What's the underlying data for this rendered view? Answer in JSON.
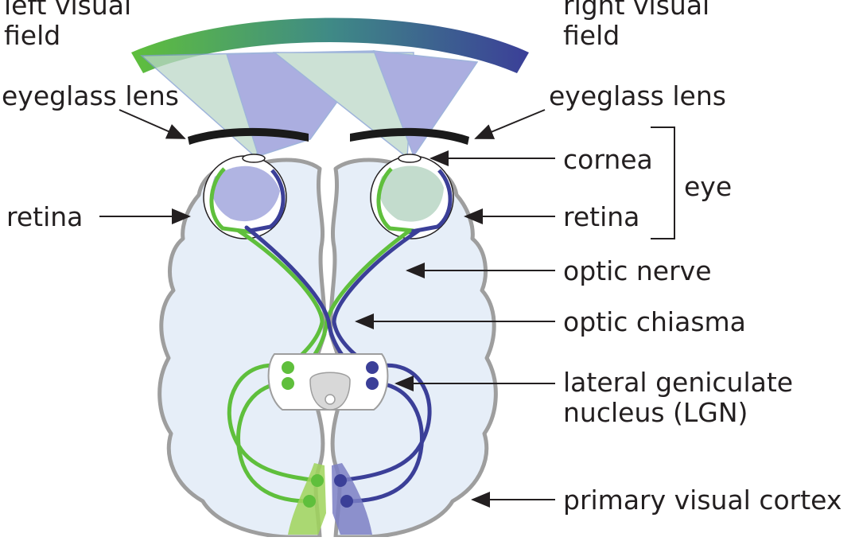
{
  "labels": {
    "left_visual_field_line1": "left visual",
    "left_visual_field_line2": "field",
    "right_visual_field_line1": "right visual",
    "right_visual_field_line2": "field",
    "eyeglass_lens_left": "eyeglass lens",
    "eyeglass_lens_right": "eyeglass lens",
    "cornea": "cornea",
    "eye": "eye",
    "retina_left": "retina",
    "retina_right": "retina",
    "optic_nerve": "optic nerve",
    "optic_chiasma": "optic chiasma",
    "lgn_line1": "lateral geniculate",
    "lgn_line2": "nucleus (LGN)",
    "primary_visual_cortex": "primary visual cortex"
  },
  "colors": {
    "left_field_green": "#5fbf3c",
    "right_field_blue": "#3b3f98",
    "brain_fill": "#e6eef8",
    "brain_outline": "#9e9e9e",
    "lens_black": "#1a1a1a",
    "ray_green": "#bcd8c8",
    "ray_blue": "#8f94d6",
    "cortex_green": "#9fd35a",
    "cortex_blue": "#7b7fc4"
  }
}
